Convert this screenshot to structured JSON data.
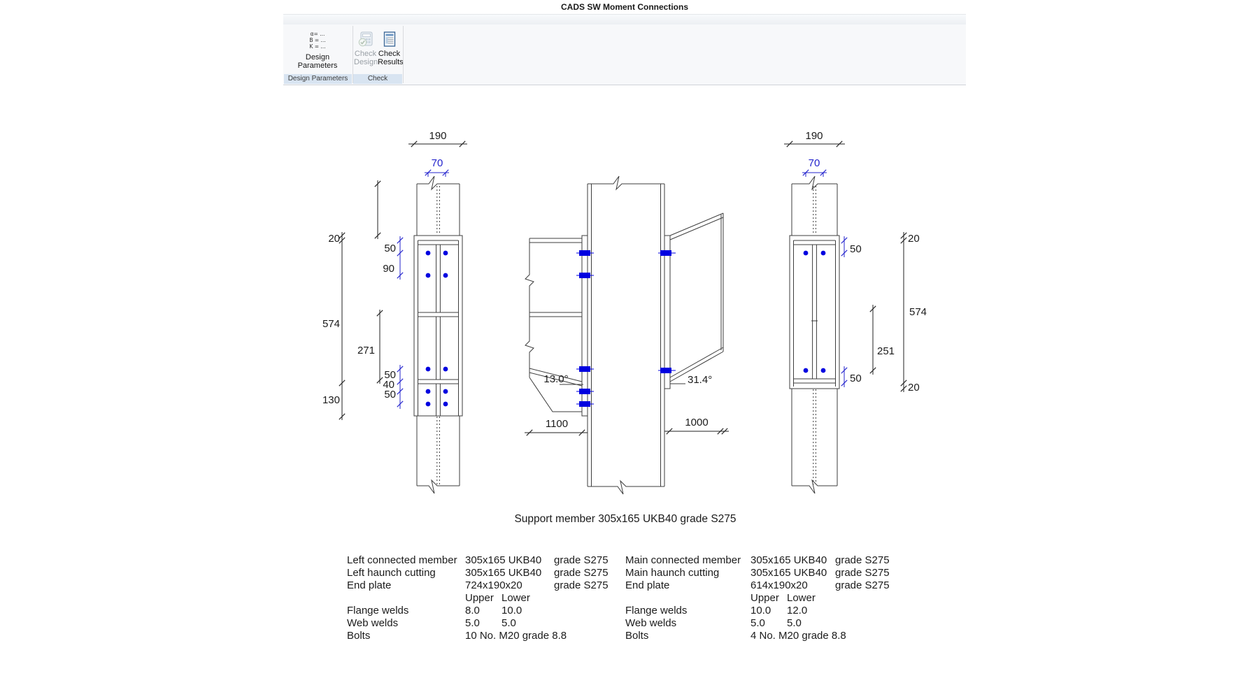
{
  "window": {
    "title": "CADS SW Moment Connections"
  },
  "ribbon": {
    "design_parameters_group": {
      "icon_line1": "α= ...",
      "icon_line2": "B = ...",
      "icon_line3": "K = ...",
      "button_line1": "Design",
      "button_line2": "Parameters",
      "caption": "Design Parameters"
    },
    "check_group": {
      "check_design_line1": "Check",
      "check_design_line2": "Design",
      "check_results_line1": "Check",
      "check_results_line2": "Results",
      "caption": "Check"
    }
  },
  "drawing": {
    "left_view": {
      "width": "190",
      "gauge": "70",
      "top_proj": "20",
      "pitch_top_1": "50",
      "pitch_top_2": "90",
      "span": "574",
      "haunch_depth": "271",
      "pitch_bot_1": "50",
      "pitch_bot_2": "40",
      "pitch_bot_3": "50",
      "bottom_proj": "130"
    },
    "middle_view": {
      "left_angle": "13.0°",
      "right_angle": "31.4°",
      "left_length": "1100",
      "right_length": "1000"
    },
    "right_view": {
      "width": "190",
      "gauge": "70",
      "pitch_top": "50",
      "pitch_bot": "50",
      "spacing": "251",
      "span": "574",
      "top_proj": "20",
      "bottom_proj": "20"
    },
    "caption": "Support member 305x165 UKB40  grade S275"
  },
  "spec_table": {
    "left": {
      "members": [
        {
          "label": "Left connected member",
          "value": "305x165 UKB40",
          "grade": "grade S275"
        },
        {
          "label": "Left haunch cutting",
          "value": "305x165 UKB40",
          "grade": "grade S275"
        },
        {
          "label": "End plate",
          "value": "724x190x20",
          "grade": "grade S275"
        }
      ],
      "upper_header": "Upper",
      "lower_header": "Lower",
      "flange_welds": {
        "label": "Flange welds",
        "upper": "8.0",
        "lower": "10.0"
      },
      "web_welds": {
        "label": "Web welds",
        "upper": "5.0",
        "lower": "5.0"
      },
      "bolts": {
        "label": "Bolts",
        "value": "10 No. M20 grade 8.8"
      }
    },
    "right": {
      "members": [
        {
          "label": "Main connected member",
          "value": "305x165 UKB40",
          "grade": "grade S275"
        },
        {
          "label": "Main haunch cutting",
          "value": "305x165 UKB40",
          "grade": "grade S275"
        },
        {
          "label": "End plate",
          "value": "614x190x20",
          "grade": "grade S275"
        }
      ],
      "upper_header": "Upper",
      "lower_header": "Lower",
      "flange_welds": {
        "label": "Flange welds",
        "upper": "10.0",
        "lower": "12.0"
      },
      "web_welds": {
        "label": "Web welds",
        "upper": "5.0",
        "lower": "5.0"
      },
      "bolts": {
        "label": "Bolts",
        "value": "4 No. M20 grade 8.8"
      }
    }
  },
  "colors": {
    "dim_blue": "#2424cd",
    "bolt_blue": "#0000e0",
    "line_gray": "#3d3d3d"
  }
}
